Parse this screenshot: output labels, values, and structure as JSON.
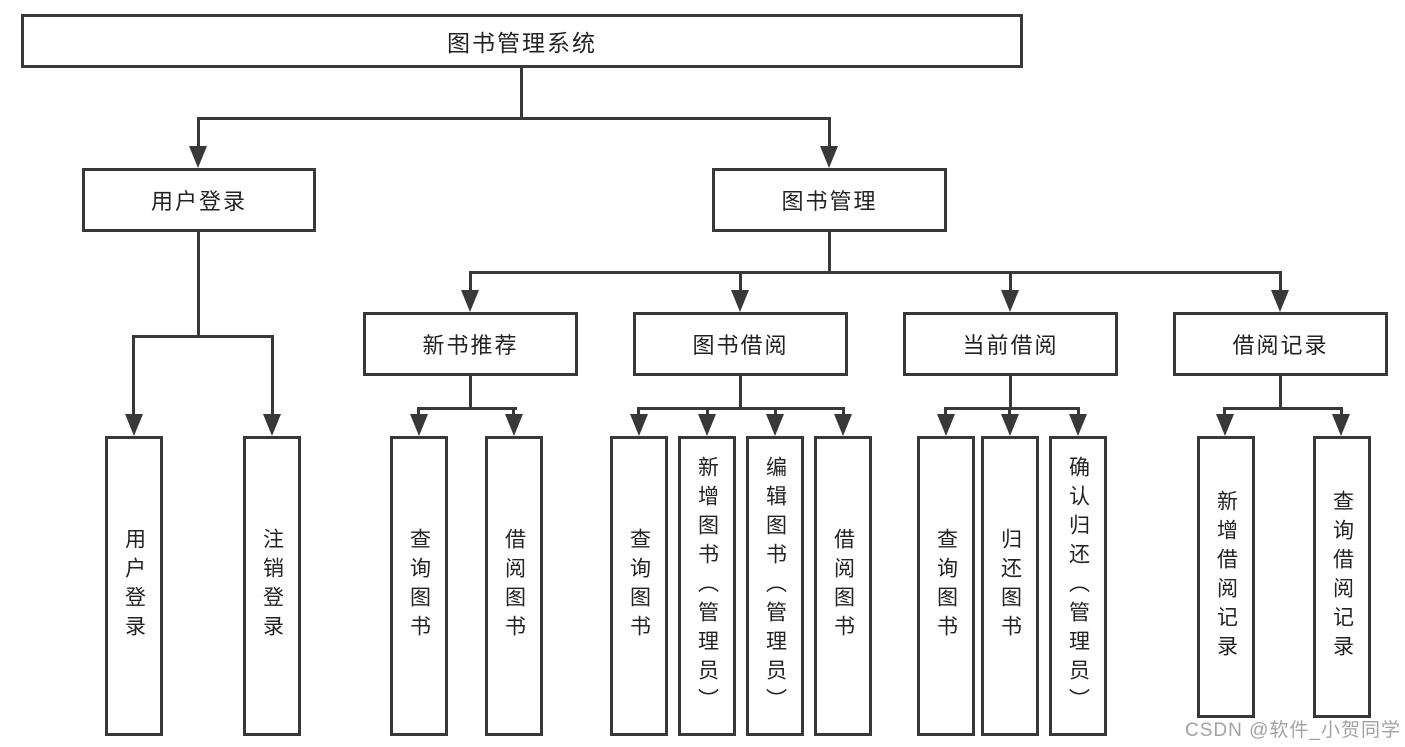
{
  "watermark": "CSDN @软件_小贺同学",
  "tree": {
    "root": {
      "label": "图书管理系统",
      "children": [
        {
          "label": "用户登录",
          "children": [
            {
              "label": "用户登录"
            },
            {
              "label": "注销登录"
            }
          ]
        },
        {
          "label": "图书管理",
          "children": [
            {
              "label": "新书推荐",
              "children": [
                {
                  "label": "查询图书"
                },
                {
                  "label": "借阅图书"
                }
              ]
            },
            {
              "label": "图书借阅",
              "children": [
                {
                  "label": "查询图书"
                },
                {
                  "label": "新增图书（管理员）"
                },
                {
                  "label": "编辑图书（管理员）"
                },
                {
                  "label": "借阅图书"
                }
              ]
            },
            {
              "label": "当前借阅",
              "children": [
                {
                  "label": "查询图书"
                },
                {
                  "label": "归还图书"
                },
                {
                  "label": "确认归还（管理员）"
                }
              ]
            },
            {
              "label": "借阅记录",
              "children": [
                {
                  "label": "新增借阅记录"
                },
                {
                  "label": "查询借阅记录"
                }
              ]
            }
          ]
        }
      ]
    }
  },
  "colors": {
    "line": "#383838",
    "text": "#232323",
    "watermark_gray": "#a3a3a3",
    "background": "#ffffff"
  }
}
